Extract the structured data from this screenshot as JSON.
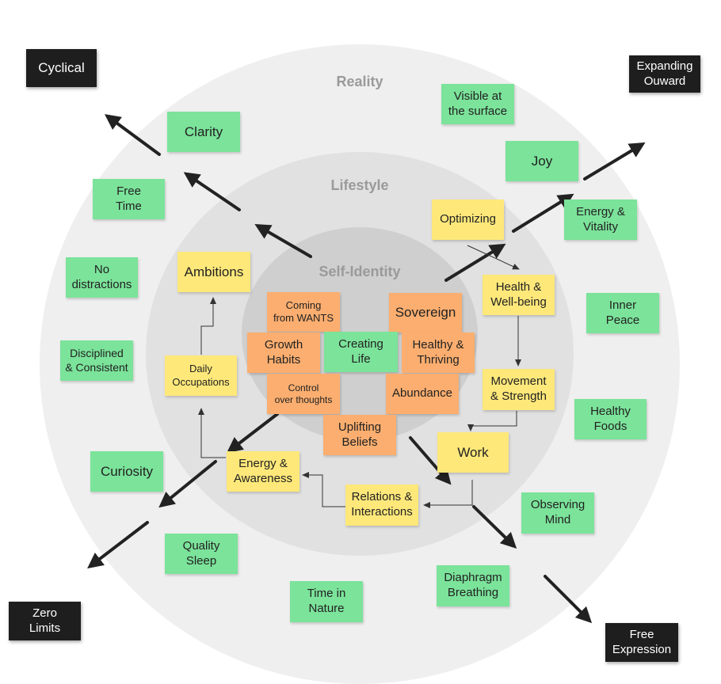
{
  "rings": {
    "reality": "Reality",
    "lifestyle": "Lifestyle",
    "self_identity": "Self-Identity"
  },
  "corners": {
    "cyclical": "Cyclical",
    "expanding": "Expanding\nOuward",
    "zero_limits": "Zero\nLimits",
    "free_expression": "Free\nExpression"
  },
  "outer_notes": {
    "visible_surface": "Visible at\nthe surface",
    "clarity": "Clarity",
    "joy": "Joy",
    "free_time": "Free\nTime",
    "energy_vitality": "Energy &\nVitality",
    "no_distractions": "No\ndistractions",
    "inner_peace": "Inner\nPeace",
    "disciplined": "Disciplined\n& Consistent",
    "healthy_foods": "Healthy\nFoods",
    "curiosity": "Curiosity",
    "observing_mind": "Observing\nMind",
    "quality_sleep": "Quality\nSleep",
    "time_nature": "Time in\nNature",
    "diaphragm": "Diaphragm\nBreathing"
  },
  "lifestyle_notes": {
    "optimizing": "Optimizing",
    "ambitions": "Ambitions",
    "health_wellbeing": "Health &\nWell-being",
    "daily_occupations": "Daily\nOccupations",
    "movement_strength": "Movement\n& Strength",
    "work": "Work",
    "energy_awareness": "Energy &\nAwareness",
    "relations": "Relations &\nInteractions"
  },
  "core_notes": {
    "coming_from_wants": "Coming\nfrom WANTS",
    "sovereign": "Sovereign",
    "growth_habits": "Growth\nHabits",
    "creating_life": "Creating\nLife",
    "healthy_thriving": "Healthy &\nThriving",
    "control_thoughts": "Control\nover thoughts",
    "abundance": "Abundance",
    "uplifting_beliefs": "Uplifting\nBeliefs"
  },
  "colors": {
    "green_note": "#7be39a",
    "yellow_note": "#fee87a",
    "orange_note": "#fbae6f",
    "dark_note": "#1e1e1e",
    "arrow": "#222222"
  }
}
